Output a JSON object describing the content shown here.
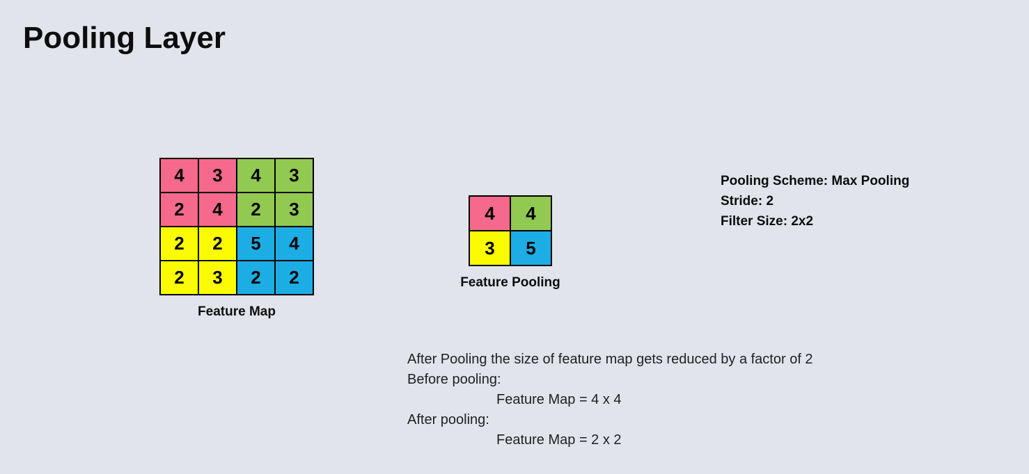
{
  "title": "Pooling Layer",
  "colors": {
    "background": "#E2E4EC",
    "pink": "#F4698C",
    "green": "#92C951",
    "yellow": "#FCFC00",
    "blue": "#1CADE4",
    "grid_border": "#000000"
  },
  "feature_map": {
    "label": "Feature Map",
    "size": "4 x 4",
    "cells": [
      [
        {
          "value": "4",
          "color": "pink"
        },
        {
          "value": "3",
          "color": "pink"
        },
        {
          "value": "4",
          "color": "green"
        },
        {
          "value": "3",
          "color": "green"
        }
      ],
      [
        {
          "value": "2",
          "color": "pink"
        },
        {
          "value": "4",
          "color": "pink"
        },
        {
          "value": "2",
          "color": "green"
        },
        {
          "value": "3",
          "color": "green"
        }
      ],
      [
        {
          "value": "2",
          "color": "yellow"
        },
        {
          "value": "2",
          "color": "yellow"
        },
        {
          "value": "5",
          "color": "blue"
        },
        {
          "value": "4",
          "color": "blue"
        }
      ],
      [
        {
          "value": "2",
          "color": "yellow"
        },
        {
          "value": "3",
          "color": "yellow"
        },
        {
          "value": "2",
          "color": "blue"
        },
        {
          "value": "2",
          "color": "blue"
        }
      ]
    ]
  },
  "feature_pooling": {
    "label": "Feature Pooling",
    "size": "2 x 2",
    "cells": [
      [
        {
          "value": "4",
          "color": "pink"
        },
        {
          "value": "4",
          "color": "green"
        }
      ],
      [
        {
          "value": "3",
          "color": "yellow"
        },
        {
          "value": "5",
          "color": "blue"
        }
      ]
    ]
  },
  "pooling_info": {
    "lines": [
      "Pooling Scheme: Max Pooling",
      "Stride: 2",
      "Filter Size: 2x2"
    ]
  },
  "description": {
    "lines": [
      {
        "text": "After Pooling the size of feature map gets reduced by a factor of 2",
        "indent": false
      },
      {
        "text": "Before pooling:",
        "indent": false
      },
      {
        "text": "Feature Map = 4 x 4",
        "indent": true
      },
      {
        "text": "After pooling:",
        "indent": false
      },
      {
        "text": "Feature Map = 2 x 2",
        "indent": true
      }
    ]
  }
}
